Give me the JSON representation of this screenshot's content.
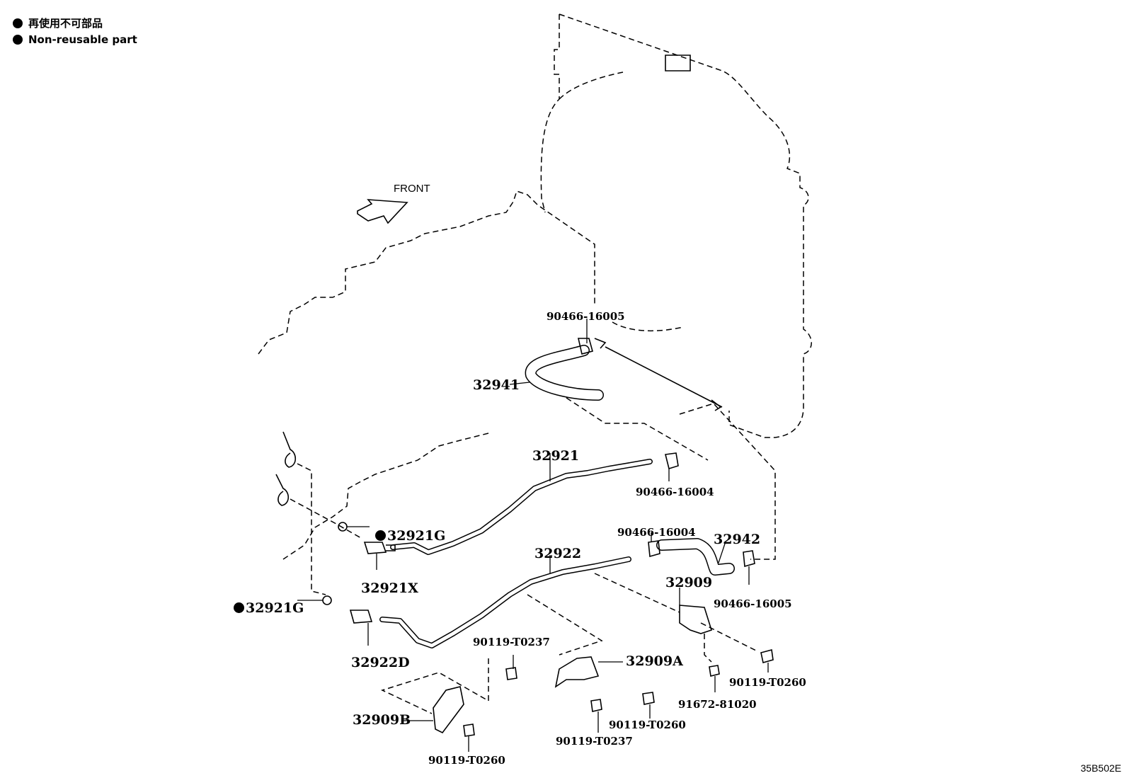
{
  "legend": {
    "jp": "再使用不可部品",
    "en": "Non-reusable part"
  },
  "front_label": "FRONT",
  "diagram_code": "35B502E",
  "parts": {
    "p_90466_16005_top": "90466-16005",
    "p_32941": "32941",
    "p_32921": "32921",
    "p_90466_16004_a": "90466-16004",
    "p_90466_16004_b": "90466-16004",
    "p_32942": "32942",
    "p_32921G_a": "32921G",
    "p_32921X": "32921X",
    "p_32922": "32922",
    "p_32909": "32909",
    "p_90466_16005_b": "90466-16005",
    "p_32921G_b": "32921G",
    "p_32922D": "32922D",
    "p_90119_T0237_a": "90119-T0237",
    "p_32909A": "32909A",
    "p_90119_T0260_a": "90119-T0260",
    "p_91672_81020": "91672-81020",
    "p_32909B": "32909B",
    "p_90119_T0260_b": "90119-T0260",
    "p_90119_T0237_b": "90119-T0237",
    "p_90119_T0260_c": "90119-T0260"
  }
}
